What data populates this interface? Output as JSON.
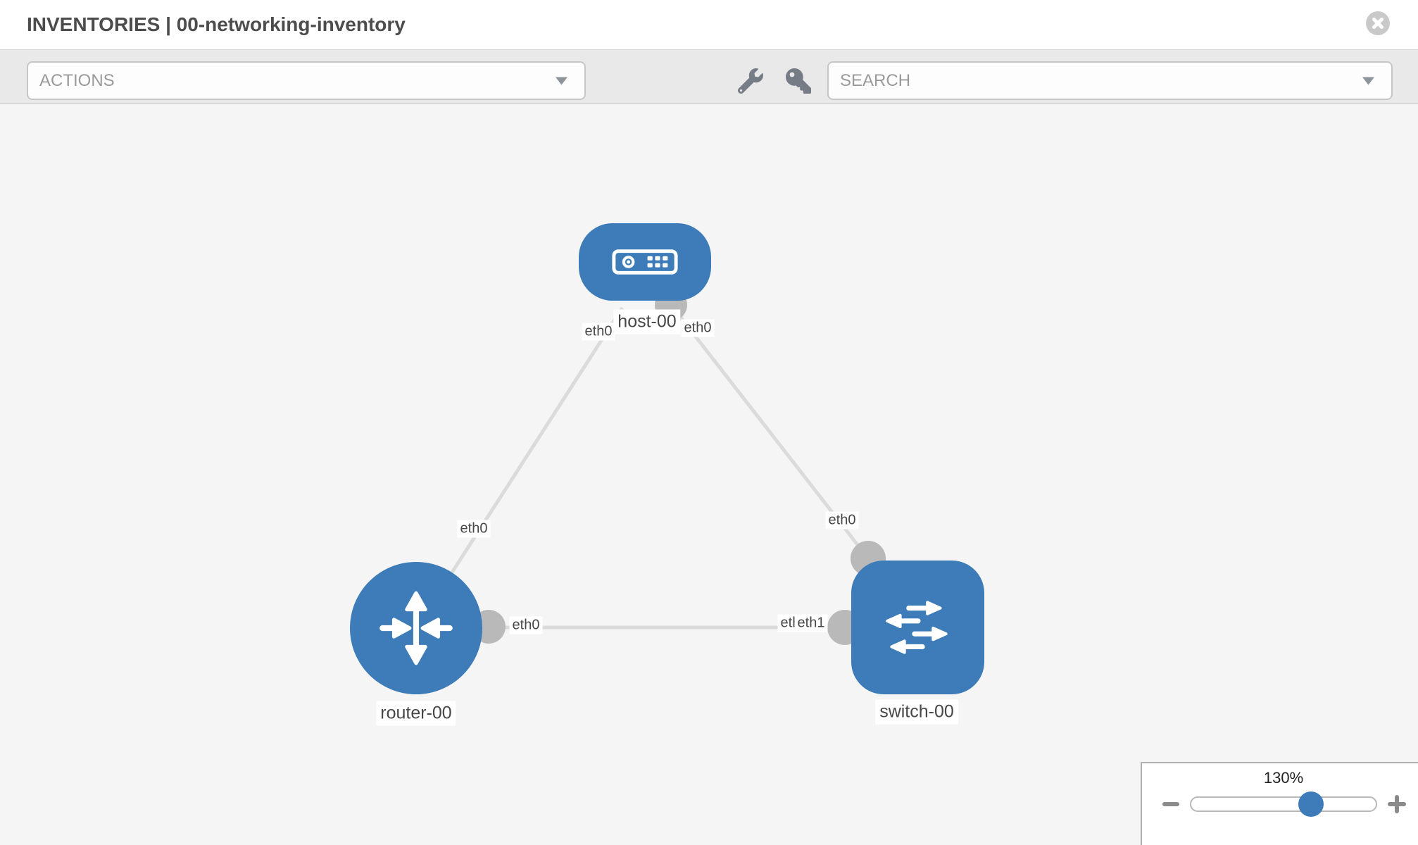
{
  "header": {
    "title": "INVENTORIES | 00-networking-inventory",
    "close_icon": "circle-x-icon"
  },
  "toolbar": {
    "actions_placeholder": "ACTIONS",
    "search_placeholder": "SEARCH",
    "icons": [
      "wrench-icon",
      "key-icon"
    ]
  },
  "diagram": {
    "nodes": [
      {
        "id": "host-00",
        "label": "host-00",
        "type": "host",
        "icon": "server-icon"
      },
      {
        "id": "router-00",
        "label": "router-00",
        "type": "router",
        "icon": "router-arrows-icon"
      },
      {
        "id": "switch-00",
        "label": "switch-00",
        "type": "switch",
        "icon": "switch-arrows-icon"
      }
    ],
    "links": [
      {
        "from": "host-00",
        "from_interface": "eth0",
        "to": "router-00",
        "to_interface": "eth0"
      },
      {
        "from": "host-00",
        "from_interface": "eth0",
        "to": "switch-00",
        "to_interface": "eth0"
      },
      {
        "from": "router-00",
        "from_interface": "eth0",
        "to": "switch-00",
        "to_interface": "eth1",
        "obscured_interface_label": "eth0"
      }
    ]
  },
  "zoom_control": {
    "level": "130%",
    "icons": [
      "minus-icon",
      "plus-icon"
    ]
  },
  "colors": {
    "node_blue": "#3d7cb8",
    "link_gray": "#dbdbdb",
    "port_gray": "#b9b9b9",
    "toolbar_gray": "#e9e9e9",
    "canvas_gray": "#f5f5f5"
  }
}
